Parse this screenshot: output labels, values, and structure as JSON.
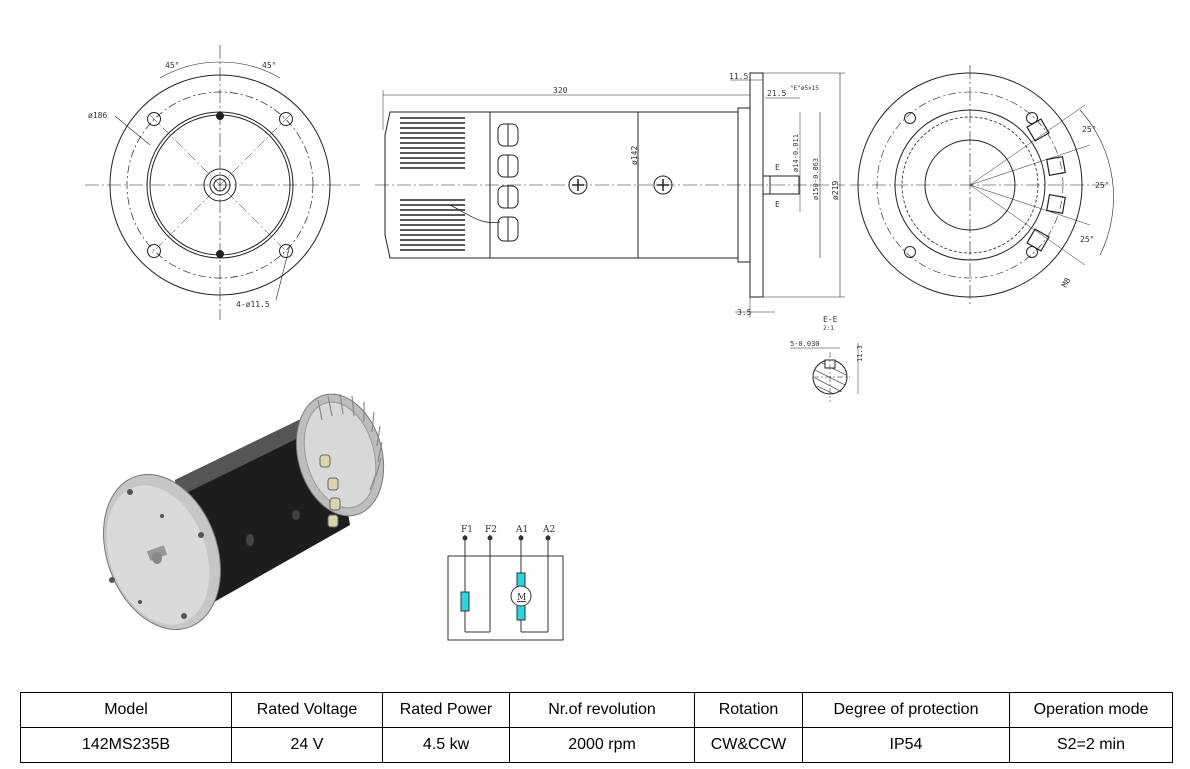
{
  "front_view": {
    "pcd_label": "ø186",
    "angle_left": "45°",
    "angle_right": "45°",
    "holes_label": "4-ø11.5"
  },
  "side_view": {
    "length_label": "320",
    "flange_thickness": "11.5",
    "shaft_length": "21.5",
    "key_spec": "\"E\"ø5×15",
    "body_dia": "ø142",
    "spigot_dia": "ø150-0.063",
    "shaft_dia": "ø14-0.011",
    "flange_dia": "ø219",
    "offset_label": "3.5",
    "section_mark_top": "E",
    "section_mark_bottom": "E"
  },
  "rear_view": {
    "angle_top": "25°",
    "angle_mid": "25°",
    "angle_bottom": "25°",
    "thread_label": "M8"
  },
  "section_view": {
    "title": "E-E",
    "scale": "2:1",
    "key_width": "5-0.030",
    "key_height": "11.3"
  },
  "schematic": {
    "terminals": [
      "F1",
      "F2",
      "A1",
      "A2"
    ],
    "motor_symbol": "M",
    "winding_color": "#29d6e6"
  },
  "spec_table": {
    "headers": [
      "Model",
      "Rated Voltage",
      "Rated Power",
      "Nr.of revolution",
      "Rotation",
      "Degree of protection",
      "Operation mode"
    ],
    "values": [
      "142MS235B",
      "24 V",
      "4.5 kw",
      "2000 rpm",
      "CW&CCW",
      "IP54",
      "S2=2 min"
    ]
  }
}
